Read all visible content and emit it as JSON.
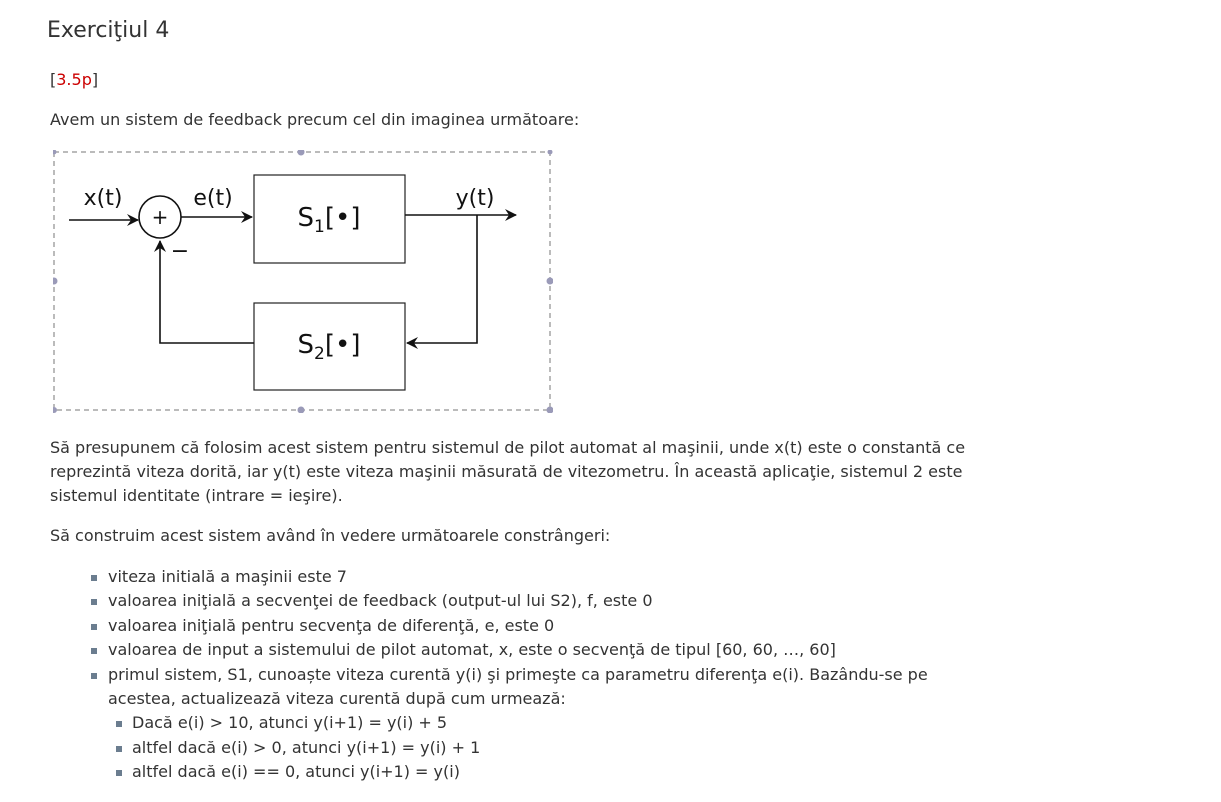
{
  "heading": "Exerciţiul 4",
  "points": {
    "open": "[",
    "value": "3.5p",
    "close": "]"
  },
  "intro": "Avem un sistem de feedback precum cel din imaginea următoare:",
  "diagram": {
    "input_label": "x(t)",
    "error_label": "e(t)",
    "output_label": "y(t)",
    "sum_symbol": "+",
    "minus_symbol": "−",
    "s1_main": "S",
    "s1_sub": "1",
    "s1_tail": "[•]",
    "s2_main": "S",
    "s2_sub": "2",
    "s2_tail": "[•]"
  },
  "paragraph1": "Să presupunem că folosim acest sistem pentru sistemul de pilot automat al maşinii, unde x(t) este o constantă ce reprezintă viteza dorită, iar y(t) este viteza maşinii măsurată de vitezometru. În această aplicaţie, sistemul 2 este sistemul identitate (intrare = ieşire).",
  "paragraph2": "Să construim acest sistem având în vedere următoarele constrângeri:",
  "constraints": [
    "viteza initială a maşinii este 7",
    "valoarea iniţială a secvenţei de feedback (output-ul lui S2), f, este 0",
    "valoarea iniţială pentru secvenţa de diferenţă, e, este 0",
    "valoarea de input a sistemului de pilot automat, x, este o secvenţă de tipul [60, 60, …, 60]",
    "primul sistem, S1, cunoaște viteza curentă y(i) şi primeşte ca parametru diferenţa e(i). Bazându-se pe acestea, actualizează viteza curentă după cum urmează:"
  ],
  "rules": [
    "Dacă e(i) > 10, atunci y(i+1) = y(i) + 5",
    "altfel dacă e(i) > 0, atunci y(i+1) = y(i) + 1",
    "altfel dacă e(i) == 0, atunci y(i+1) = y(i)"
  ],
  "colors": {
    "text": "#333333",
    "points_value": "#cc0000",
    "selection_border": "#9a9ab8",
    "bullet": "#6b7d8f"
  }
}
